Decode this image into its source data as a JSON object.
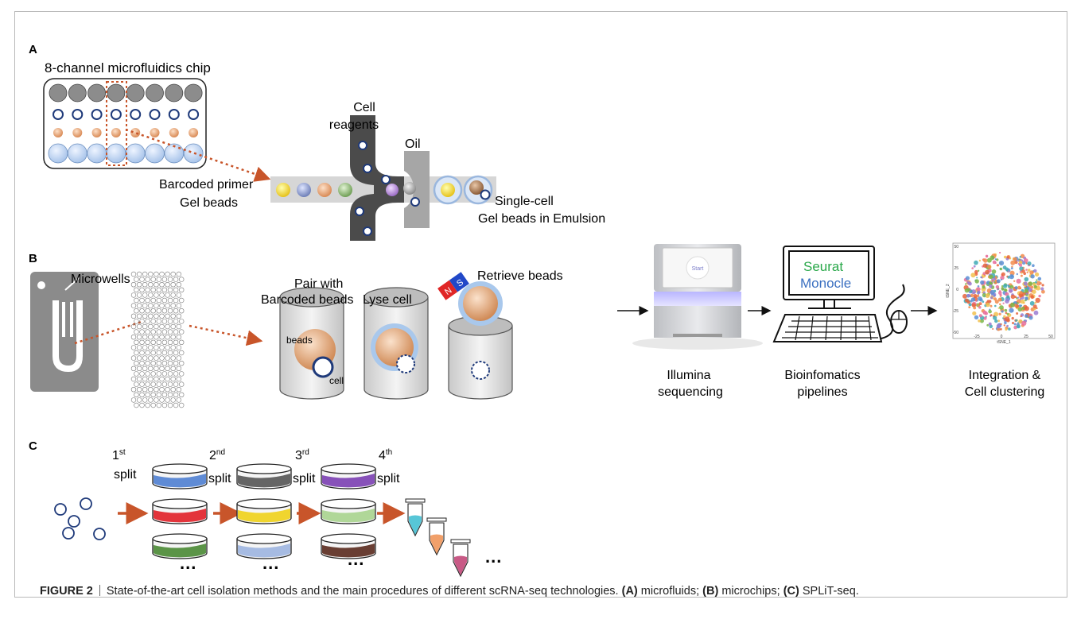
{
  "panels": {
    "a": {
      "letter": "A",
      "chip_title": "8-channel microfluidics chip",
      "cell_reagents_1": "Cell",
      "cell_reagents_2": "reagents",
      "oil": "Oil",
      "barcoded_1": "Barcoded primer",
      "barcoded_2": "Gel beads",
      "single_1": "Single-cell",
      "single_2": "Gel beads in Emulsion"
    },
    "b": {
      "letter": "B",
      "microwells": "Microwells",
      "pair_1": "Pair with",
      "pair_2": "Barcoded beads",
      "lyse": "Lyse cell",
      "retrieve": "Retrieve beads",
      "beads_label": "beads",
      "cell_label": "cell",
      "magnet_n": "N",
      "magnet_s": "S"
    },
    "c": {
      "letter": "C",
      "splits": [
        {
          "num": "1",
          "sup": "st",
          "word": "split"
        },
        {
          "num": "2",
          "sup": "nd",
          "word": "split"
        },
        {
          "num": "3",
          "sup": "rd",
          "word": "split"
        },
        {
          "num": "4",
          "sup": "th",
          "word": "split"
        }
      ],
      "ellipsis": "..."
    },
    "seq": {
      "screen_start": "Start",
      "seq_1": "Illumina",
      "seq_2": "sequencing",
      "seurat": "Seurat",
      "monocle": "Monocle",
      "bio_1": "Bioinfomatics",
      "bio_2": "pipelines",
      "int_1": "Integration &",
      "int_2": "Cell clustering",
      "tsne_x": "tSNE_1",
      "tsne_y": "tSNE_2",
      "xticks": [
        "-25",
        "0",
        "25",
        "50"
      ],
      "yticks": [
        "50",
        "25",
        "0",
        "-25",
        "-50"
      ]
    }
  },
  "caption": {
    "label": "FIGURE 2",
    "text_1": "State-of-the-art cell isolation methods and the main procedures of different scRNA-seq technologies.",
    "a": "(A)",
    "a_txt": "microfluids;",
    "b": "(B)",
    "b_txt": "microchips;",
    "c": "(C)",
    "c_txt": "SPLiT-seq."
  },
  "colors": {
    "arrow_orange": "#c8552a",
    "chip_gray": "#8c8c8c",
    "cell_blue": "#1f3a7a",
    "bead_orange": "#e5a47c",
    "dark_channel": "#4a4a4a",
    "light_channel": "#d4d4d4",
    "seurat_green": "#2aa84a",
    "monocle_blue": "#3a6fc0"
  }
}
